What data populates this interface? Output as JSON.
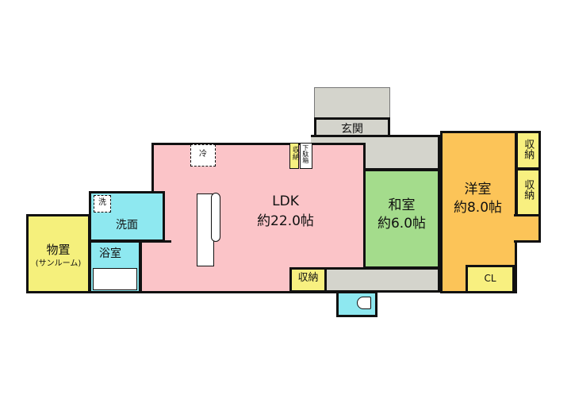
{
  "rooms": {
    "ldk": {
      "name": "LDK",
      "size": "約22.0帖",
      "color": "#fbc4c8"
    },
    "washroom": {
      "name": "洗面",
      "color": "#8ee8f0"
    },
    "washer": {
      "name": "洗"
    },
    "fridge": {
      "name": "冷"
    },
    "bath": {
      "name": "浴室",
      "color": "#8ee8f0"
    },
    "storage_room": {
      "name": "物置",
      "sub": "(サンルーム)",
      "color": "#f5f07c"
    },
    "entrance": {
      "name": "玄関",
      "color": "#d4d4cc"
    },
    "shoe_box": {
      "name": "下駄箱"
    },
    "japanese": {
      "name": "和室",
      "size": "約6.0帖",
      "color": "#a4dc8c"
    },
    "western": {
      "name": "洋室",
      "size": "約8.0帖",
      "color": "#fcc458"
    },
    "closet": {
      "name": "CL"
    },
    "storage": {
      "name": "収納",
      "color": "#f8f080"
    },
    "toilet": {
      "color": "#8ee8f0"
    }
  }
}
